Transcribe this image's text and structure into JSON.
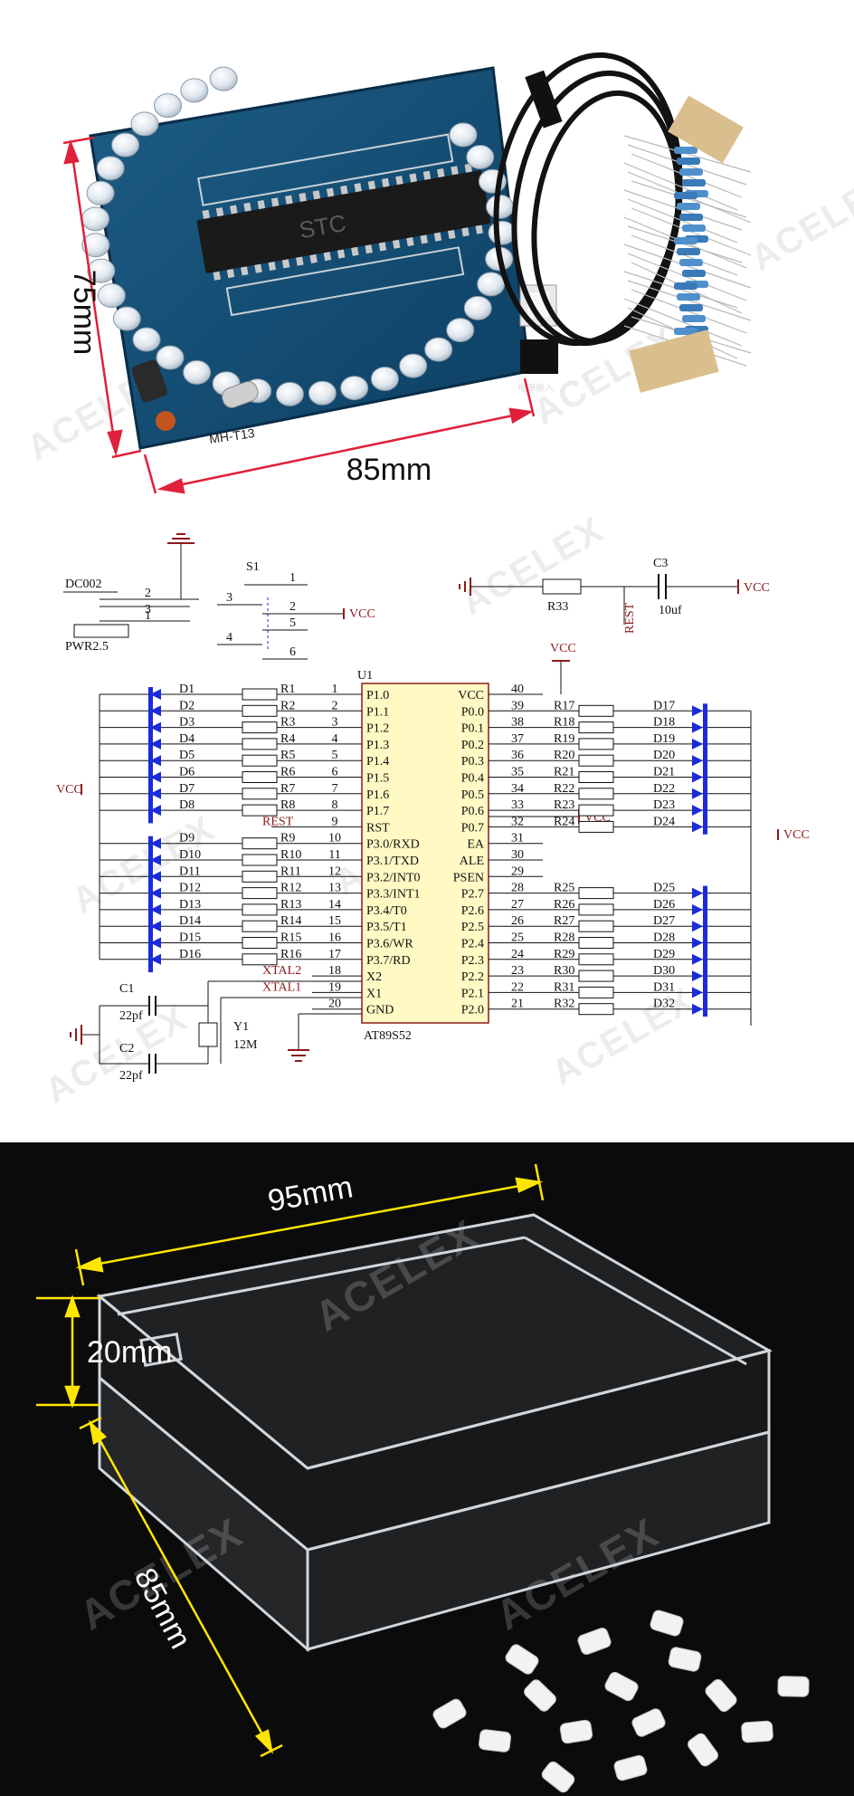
{
  "watermark": "ACELEX",
  "board": {
    "width_label": "85mm",
    "height_label": "75mm",
    "crystal_label": "MH-T13",
    "chip_marking": "STC",
    "power_label": "电源输入"
  },
  "schematic": {
    "connector": {
      "name": "DC002",
      "pins": [
        "2",
        "3",
        "1"
      ],
      "pwr": "PWR2.5"
    },
    "switch": {
      "name": "S1",
      "pins": [
        "1",
        "2",
        "3",
        "4",
        "5",
        "6"
      ]
    },
    "vcc": "VCC",
    "reset": {
      "resistor": "R33",
      "cap": "C3",
      "cap_value": "10uf",
      "net": "REST"
    },
    "chip": {
      "ref": "U1",
      "part": "AT89S52",
      "left_pins": [
        {
          "num": "1",
          "name": "P1.0"
        },
        {
          "num": "2",
          "name": "P1.1"
        },
        {
          "num": "3",
          "name": "P1.2"
        },
        {
          "num": "4",
          "name": "P1.3"
        },
        {
          "num": "5",
          "name": "P1.4"
        },
        {
          "num": "6",
          "name": "P1.5"
        },
        {
          "num": "7",
          "name": "P1.6"
        },
        {
          "num": "8",
          "name": "P1.7"
        },
        {
          "num": "9",
          "name": "RST"
        },
        {
          "num": "10",
          "name": "P3.0/RXD"
        },
        {
          "num": "11",
          "name": "P3.1/TXD"
        },
        {
          "num": "12",
          "name": "P3.2/INT0"
        },
        {
          "num": "13",
          "name": "P3.3/INT1"
        },
        {
          "num": "14",
          "name": "P3.4/T0"
        },
        {
          "num": "15",
          "name": "P3.5/T1"
        },
        {
          "num": "16",
          "name": "P3.6/WR"
        },
        {
          "num": "17",
          "name": "P3.7/RD"
        },
        {
          "num": "18",
          "name": "X2"
        },
        {
          "num": "19",
          "name": "X1"
        },
        {
          "num": "20",
          "name": "GND"
        }
      ],
      "right_pins": [
        {
          "num": "40",
          "name": "VCC"
        },
        {
          "num": "39",
          "name": "P0.0"
        },
        {
          "num": "38",
          "name": "P0.1"
        },
        {
          "num": "37",
          "name": "P0.2"
        },
        {
          "num": "36",
          "name": "P0.3"
        },
        {
          "num": "35",
          "name": "P0.4"
        },
        {
          "num": "34",
          "name": "P0.5"
        },
        {
          "num": "33",
          "name": "P0.6"
        },
        {
          "num": "32",
          "name": "P0.7"
        },
        {
          "num": "31",
          "name": "EA"
        },
        {
          "num": "30",
          "name": "ALE"
        },
        {
          "num": "29",
          "name": "PSEN"
        },
        {
          "num": "28",
          "name": "P2.7"
        },
        {
          "num": "27",
          "name": "P2.6"
        },
        {
          "num": "26",
          "name": "P2.5"
        },
        {
          "num": "25",
          "name": "P2.4"
        },
        {
          "num": "24",
          "name": "P2.3"
        },
        {
          "num": "23",
          "name": "P2.2"
        },
        {
          "num": "22",
          "name": "P2.1"
        },
        {
          "num": "21",
          "name": "P2.0"
        }
      ]
    },
    "left_resistors": [
      "R1",
      "R2",
      "R3",
      "R4",
      "R5",
      "R6",
      "R7",
      "R8",
      "REST",
      "R9",
      "R10",
      "R11",
      "R12",
      "R13",
      "R14",
      "R15",
      "R16",
      "XTAL2",
      "XTAL1"
    ],
    "left_leds": [
      "D1",
      "D2",
      "D3",
      "D4",
      "D5",
      "D6",
      "D7",
      "D8",
      "D9",
      "D10",
      "D11",
      "D12",
      "D13",
      "D14",
      "D15",
      "D16"
    ],
    "right_resistors": [
      "R17",
      "R18",
      "R19",
      "R20",
      "R21",
      "R22",
      "R23",
      "R24",
      "R25",
      "R26",
      "R27",
      "R28",
      "R29",
      "R30",
      "R31",
      "R32"
    ],
    "right_leds": [
      "D17",
      "D18",
      "D19",
      "D20",
      "D21",
      "D22",
      "D23",
      "D24",
      "D25",
      "D26",
      "D27",
      "D28",
      "D29",
      "D30",
      "D31",
      "D32"
    ],
    "crystal": {
      "c1": "C1",
      "c1_value": "22pf",
      "c2": "C2",
      "c2_value": "22pf",
      "y": "Y1",
      "freq": "12M"
    }
  },
  "case": {
    "width_label": "95mm",
    "height_label": "20mm",
    "depth_label": "85mm"
  }
}
